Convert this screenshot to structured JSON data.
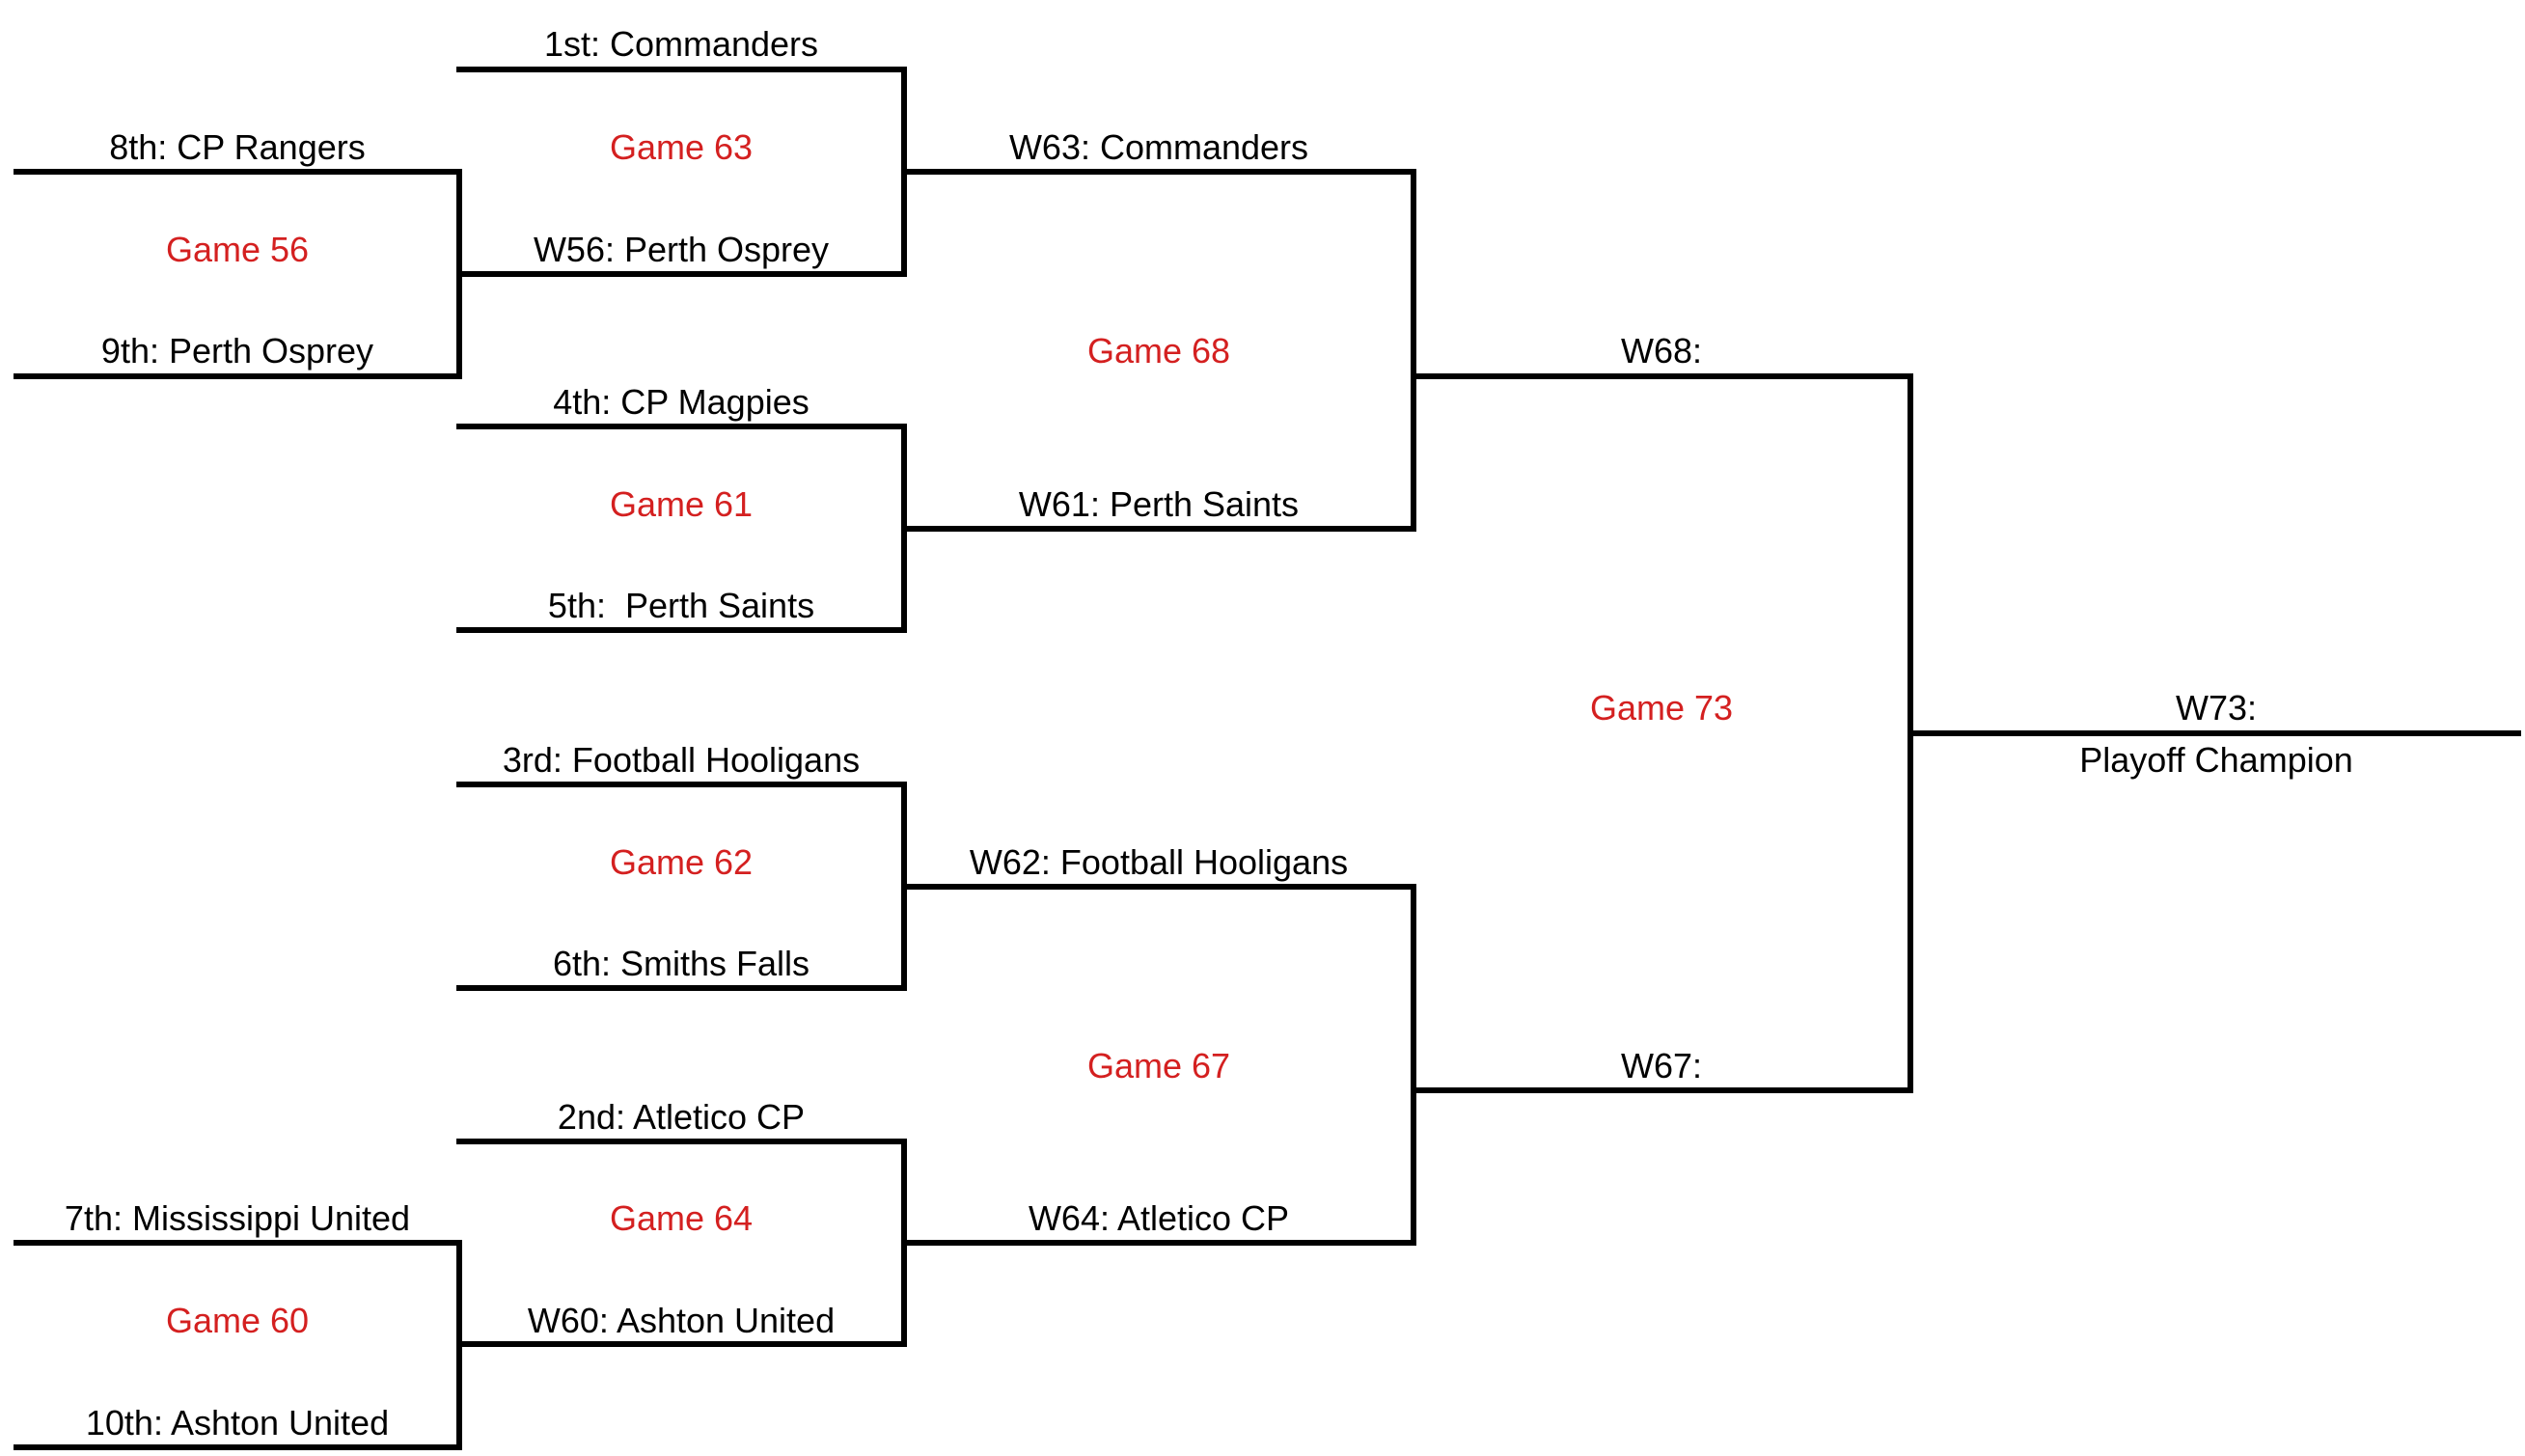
{
  "colors": {
    "line": "#000000",
    "team_text": "#000000",
    "game_text": "#d42020",
    "background": "#ffffff"
  },
  "bracket": {
    "round1": {
      "g56": {
        "game": "Game 56",
        "top": "8th: CP Rangers",
        "bottom": "9th: Perth Osprey"
      },
      "g60": {
        "game": "Game 60",
        "top": "7th: Mississippi United",
        "bottom": "10th: Ashton United"
      }
    },
    "round2": {
      "g63": {
        "game": "Game 63",
        "top": "1st: Commanders",
        "bottom": "W56: Perth Osprey"
      },
      "g61": {
        "game": "Game 61",
        "top": "4th: CP Magpies",
        "bottom": "5th:  Perth Saints"
      },
      "g62": {
        "game": "Game 62",
        "top": "3rd: Football Hooligans",
        "bottom": "6th: Smiths Falls"
      },
      "g64": {
        "game": "Game 64",
        "top": "2nd: Atletico CP",
        "bottom": "W60: Ashton United"
      }
    },
    "round3": {
      "g68": {
        "game": "Game 68",
        "top": "W63: Commanders",
        "bottom": "W61: Perth Saints"
      },
      "g67": {
        "game": "Game 67",
        "top": "W62: Football Hooligans",
        "bottom": "W64: Atletico CP"
      }
    },
    "round4": {
      "g73": {
        "game": "Game 73",
        "top": "W68:",
        "bottom": "W67:"
      }
    },
    "champion": {
      "label": "W73:",
      "title": "Playoff Champion"
    }
  }
}
